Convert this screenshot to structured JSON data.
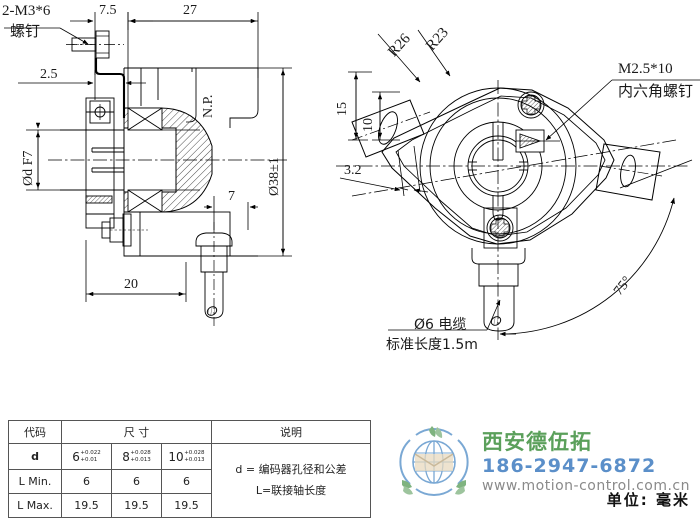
{
  "drawing": {
    "title": "Encoder mechanical outline drawing",
    "unit_note": "单位: 毫米"
  },
  "left_view": {
    "labels": {
      "screw_callout_line1": "2-M3*6",
      "screw_callout_line2": "螺钉",
      "dim_7_5": "7.5",
      "dim_27": "27",
      "dim_2_5": "2.5",
      "dim_20": "20",
      "dim_7": "7",
      "bore_label": "Ød F7",
      "outer_dia": "Ø38±1",
      "np_label": "N.P."
    }
  },
  "right_view": {
    "labels": {
      "radius_26": "R26",
      "radius_23": "R23",
      "dim_15": "15",
      "dim_10": "10",
      "dim_3_2": "3.2",
      "angle_75": "75°",
      "screw_callout_line1": "M2.5*10",
      "screw_callout_line2": "内六角螺钉",
      "cable_line1": "Ø6 电缆",
      "cable_line2": "标准长度1.5m"
    }
  },
  "spec_table": {
    "headers": [
      "代码",
      "尺 寸",
      "说明"
    ],
    "rows": [
      {
        "code": "d",
        "values": [
          {
            "base": "6",
            "upper": "+0.022",
            "lower": "+0.01"
          },
          {
            "base": "8",
            "upper": "+0.028",
            "lower": "+0.013"
          },
          {
            "base": "10",
            "upper": "+0.028",
            "lower": "+0.013"
          }
        ]
      },
      {
        "code": "L Min.",
        "values": [
          {
            "base": "6"
          },
          {
            "base": "6"
          },
          {
            "base": "6"
          }
        ]
      },
      {
        "code": "L Max.",
        "values": [
          {
            "base": "19.5"
          },
          {
            "base": "19.5"
          },
          {
            "base": "19.5"
          }
        ]
      }
    ],
    "description_lines": [
      "d = 编码器孔径和公差",
      "L=联接轴长度"
    ]
  },
  "branding": {
    "company_name": "西安德伍拓",
    "phone": "186-2947-6872",
    "website": "www.motion-control.com.cn",
    "colors": {
      "name": "#5ba05b",
      "phone": "#5b8fc9",
      "website": "#8a8a8a",
      "logo_globe": "#7aa8d4",
      "logo_leaf": "#7fb37f"
    }
  }
}
